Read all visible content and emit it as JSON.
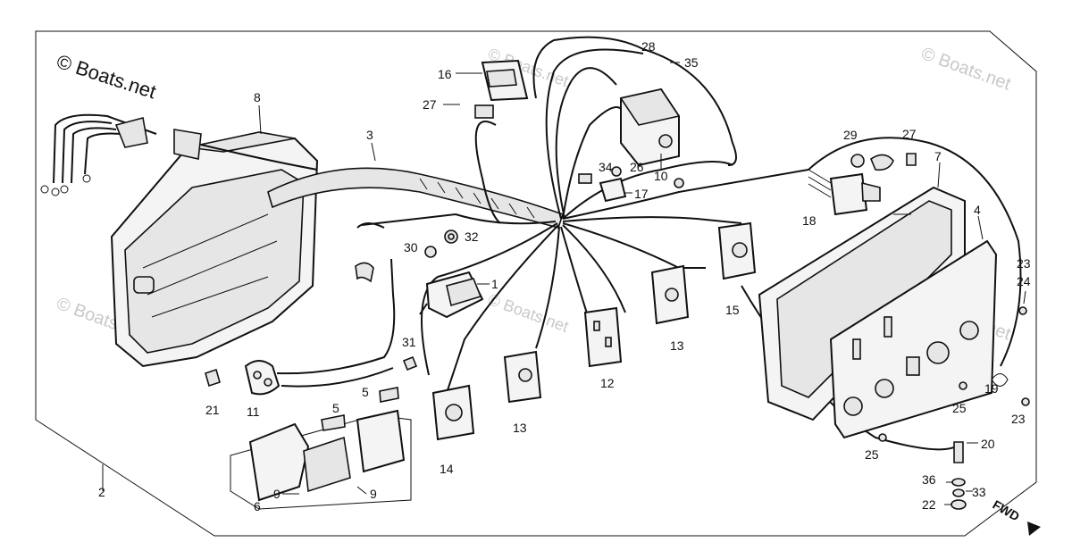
{
  "copyright": "© Boats.net",
  "watermark": "© Boats.net",
  "direction_label": "FWD",
  "callouts": {
    "c1": "1",
    "c2": "2",
    "c3": "3",
    "c4": "4",
    "c5a": "5",
    "c5b": "5",
    "c6": "6",
    "c7": "7",
    "c8": "8",
    "c9a": "9",
    "c9b": "9",
    "c10": "10",
    "c11": "11",
    "c12": "12",
    "c13a": "13",
    "c13b": "13",
    "c14": "14",
    "c15": "15",
    "c16": "16",
    "c17": "17",
    "c18": "18",
    "c19": "19",
    "c20": "20",
    "c21": "21",
    "c22": "22",
    "c23a": "23",
    "c23b": "23",
    "c24": "24",
    "c25a": "25",
    "c25b": "25",
    "c26": "26",
    "c27a": "27",
    "c27b": "27",
    "c28": "28",
    "c29": "29",
    "c30": "30",
    "c31": "31",
    "c32": "32",
    "c33": "33",
    "c34": "34",
    "c35": "35",
    "c36": "36"
  }
}
